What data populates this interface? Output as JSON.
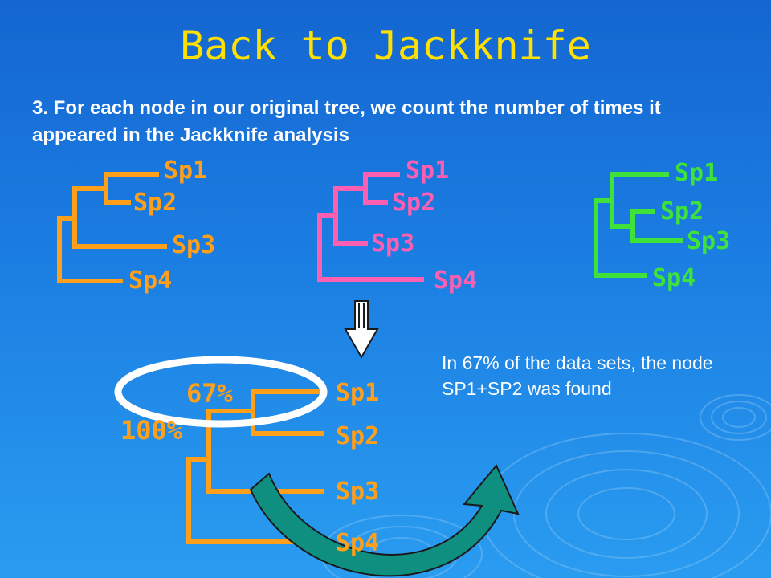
{
  "slide": {
    "title": "Back to Jackknife",
    "description": "3. For each node in our original tree, we count the number of times it appeared in the Jackknife analysis",
    "note": "In 67% of the data sets, the node SP1+SP2 was found"
  },
  "colors": {
    "background": "#1a75dc",
    "title": "#ffe000",
    "tree_orange": "#ff9f1a",
    "tree_pink": "#ff5fb0",
    "tree_green": "#3ee23a",
    "ellipse": "#ffffff",
    "arrow_fill": "#0f8f80"
  },
  "trees": [
    {
      "color": "orange",
      "labels": [
        "Sp1",
        "Sp2",
        "Sp3",
        "Sp4"
      ]
    },
    {
      "color": "pink",
      "labels": [
        "Sp1",
        "Sp2",
        "Sp3",
        "Sp4"
      ]
    },
    {
      "color": "green",
      "labels": [
        "Sp1",
        "Sp2",
        "Sp3",
        "Sp4"
      ]
    }
  ],
  "consensus": {
    "labels": [
      "Sp1",
      "Sp2",
      "Sp3",
      "Sp4"
    ],
    "support": [
      "67%",
      "100%"
    ]
  },
  "icons": [
    "down-arrow-icon",
    "curved-arrow-icon",
    "ellipse-highlight"
  ]
}
